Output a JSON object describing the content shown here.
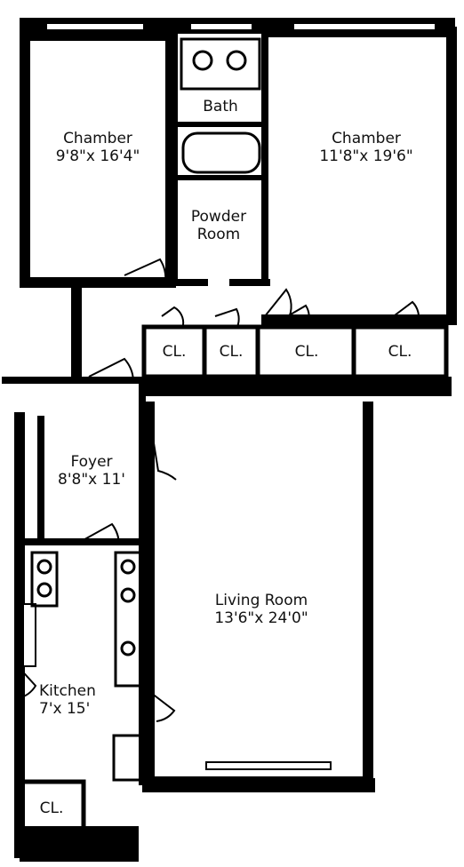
{
  "rooms": {
    "chamber_left": {
      "name": "Chamber",
      "dims": "9'8\"x 16'4\""
    },
    "bath": {
      "name": "Bath"
    },
    "chamber_right": {
      "name": "Chamber",
      "dims": "11'8\"x 19'6\""
    },
    "powder_room": {
      "line1": "Powder",
      "line2": "Room"
    },
    "closet_1": {
      "name": "CL."
    },
    "closet_2": {
      "name": "CL."
    },
    "closet_3": {
      "name": "CL."
    },
    "closet_4": {
      "name": "CL."
    },
    "foyer": {
      "name": "Foyer",
      "dims": "8'8\"x 11'"
    },
    "living_room": {
      "name": "Living Room",
      "dims": "13'6\"x 24'0\""
    },
    "kitchen": {
      "name": "Kitchen",
      "dims": "7'x 15'"
    },
    "kitchen_closet": {
      "name": "CL."
    }
  },
  "colors": {
    "wall": "#000000",
    "floor": "#ffffff"
  }
}
